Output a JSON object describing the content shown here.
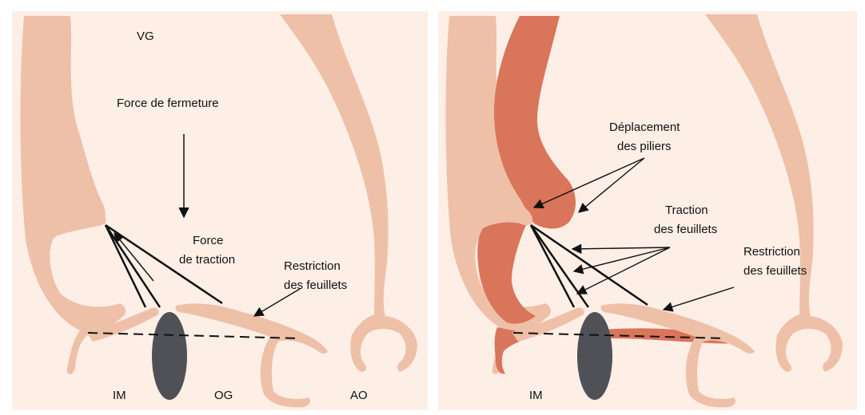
{
  "colors": {
    "background": "#ffffff",
    "panel": "#fdeee6",
    "tissue": "#efc0a8",
    "displaced": "#d9755a",
    "valve": "#4f5157",
    "line": "#111111"
  },
  "left_panel": {
    "vg": "VG",
    "closing_force": "Force de fermeture",
    "traction_1": "Force",
    "traction_2": "de traction",
    "restriction_1": "Restriction",
    "restriction_2": "des feuillets",
    "im": "IM",
    "og": "OG",
    "ao": "AO"
  },
  "right_panel": {
    "displacement_1": "Déplacement",
    "displacement_2": "des piliers",
    "traction_1": "Traction",
    "traction_2": "des feuillets",
    "restriction_1": "Restriction",
    "restriction_2": "des feuillets",
    "im": "IM"
  }
}
